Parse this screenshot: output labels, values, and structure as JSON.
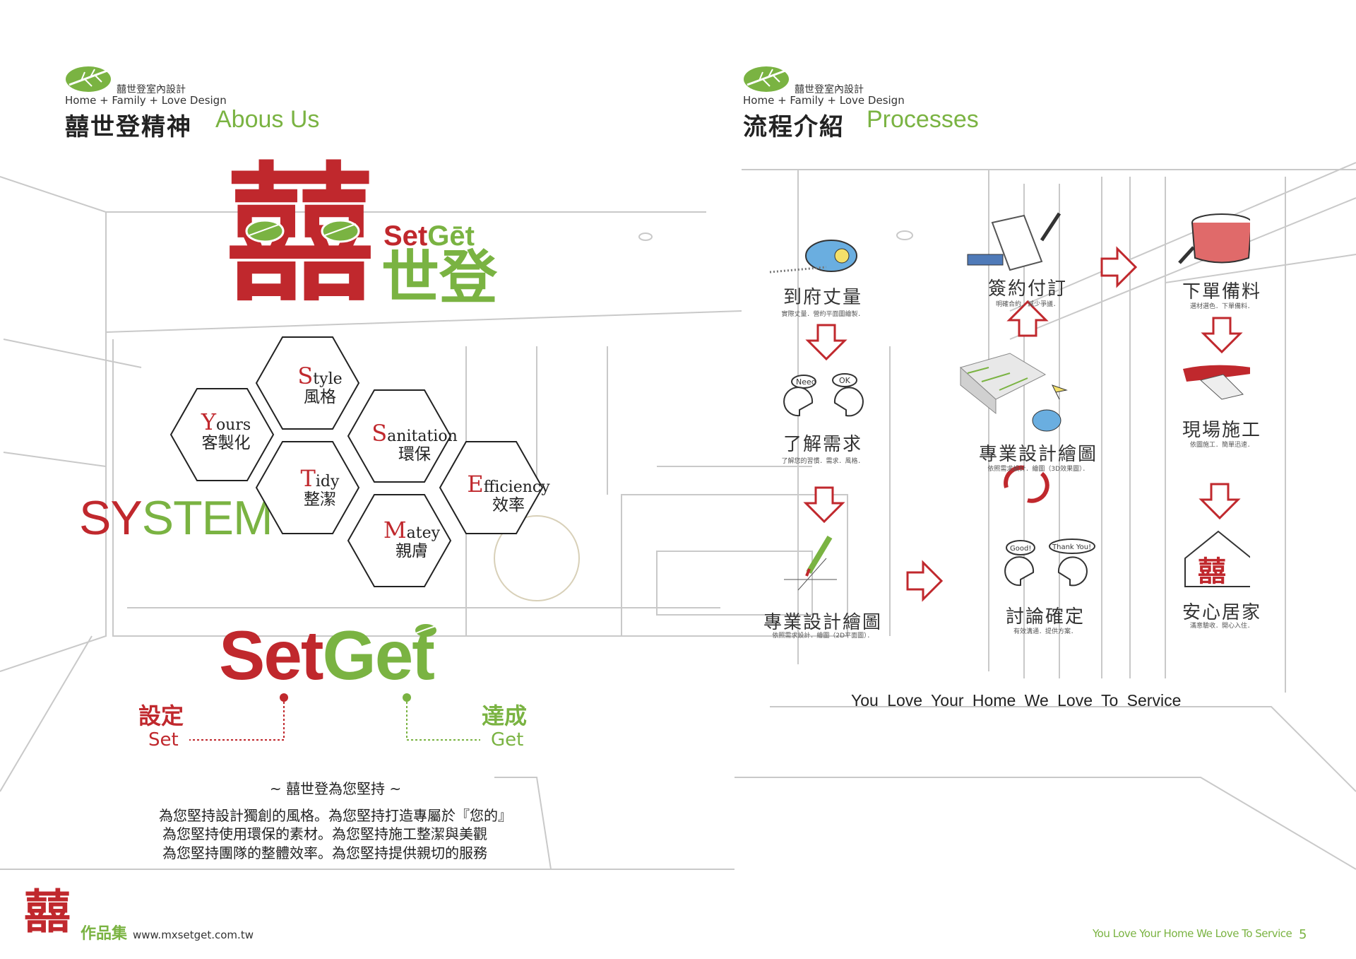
{
  "brand": {
    "name_cn": "囍世登室內設計",
    "slogan_en": "Home + Family + Love Design"
  },
  "left_page": {
    "section_title_cn": "囍世登精神",
    "section_title_en": "Abous Us",
    "logo_setget_small": "SetGet",
    "logo_shideng": "世登",
    "system_label": "SYSTEM",
    "hexagons": [
      {
        "initial": "S",
        "rest": "tyle",
        "cn": "風格"
      },
      {
        "initial": "Y",
        "rest": "ours",
        "cn": "客製化"
      },
      {
        "initial": "S",
        "rest": "anitation",
        "cn": "環保"
      },
      {
        "initial": "T",
        "rest": "idy",
        "cn": "整潔"
      },
      {
        "initial": "E",
        "rest": "fficiency",
        "cn": "效率"
      },
      {
        "initial": "M",
        "rest": "atey",
        "cn": "親膚"
      }
    ],
    "setget_big_set": "Set",
    "setget_big_get": "Get",
    "set_cn": "設定",
    "set_en": "Set",
    "get_cn": "達成",
    "get_en": "Get",
    "commitment_title": "~ 囍世登為您堅持 ~",
    "commitment_lines": [
      "為您堅持設計獨創的風格。為您堅持打造專屬於『您的』",
      "為您堅持使用環保的素材。為您堅持施工整潔與美觀",
      "為您堅持團隊的整體效率。為您堅持提供親切的服務"
    ]
  },
  "right_page": {
    "section_title_cn": "流程介紹",
    "section_title_en": "Processes",
    "steps": [
      {
        "title": "到府丈量",
        "desc": "實際丈量．營約平面圖繪製．",
        "icon": "tape-measure-icon"
      },
      {
        "title": "了解需求",
        "desc": "了解您的習慣．需求．風格．",
        "icon": "dialog-faces-icon",
        "bubbles": [
          "Need",
          "OK"
        ]
      },
      {
        "title": "專業設計繪圖",
        "desc": "依照需求設計．繪圖（2D平面圖）．",
        "icon": "pencil-icon"
      },
      {
        "title": "簽約付訂",
        "desc": "明確合約．減少爭議．",
        "icon": "contract-pen-icon"
      },
      {
        "title": "專業設計繪圖",
        "desc": "依照需求設計．繪圖（3D效果圖）．",
        "icon": "3d-model-icon"
      },
      {
        "title": "討論確定",
        "desc": "有效溝通．提供方案．",
        "icon": "dialog-faces-icon",
        "bubbles": [
          "Good!",
          "Thank You!"
        ]
      },
      {
        "title": "下單備料",
        "desc": "選材選色．下單備料．",
        "icon": "paint-bucket-icon"
      },
      {
        "title": "現場施工",
        "desc": "依圖施工．簡單迅速．",
        "icon": "trowel-icon"
      },
      {
        "title": "安心居家",
        "desc": "滿意驗收．開心入住．",
        "icon": "house-icon"
      }
    ],
    "tagline": "You Love Your Home We Love To Service"
  },
  "footer": {
    "logo_label": "作品集",
    "website": "www.mxsetget.com.tw",
    "tagline": "You Love Your Home We Love To Service",
    "page_number": "5"
  },
  "colors": {
    "red": "#c0282d",
    "green": "#7ab342",
    "sketch": "#c8c8c8"
  }
}
